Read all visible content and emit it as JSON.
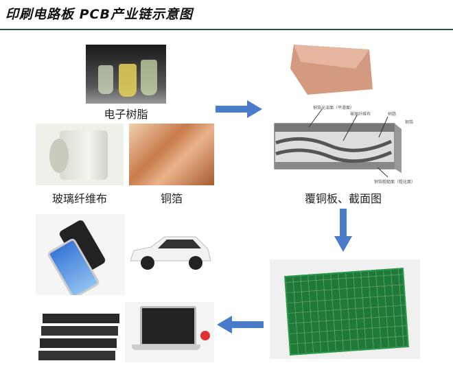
{
  "title": "印刷电路板 PCB产业链示意图",
  "materials": {
    "resin": "电子树脂",
    "glass_fabric": "玻璃纤维布",
    "copper_foil": "铜箔"
  },
  "ccl": {
    "label": "覆铜板、截面图",
    "cross_section": {
      "smooth_side": "铜箔光泽面（平滑面）",
      "glass": "玻璃纤维布",
      "resin": "树脂",
      "foil": "铜箔",
      "rough_side": "铜箔粗糙面（粗化面）"
    }
  },
  "arrow_color": "#4a7cc9"
}
